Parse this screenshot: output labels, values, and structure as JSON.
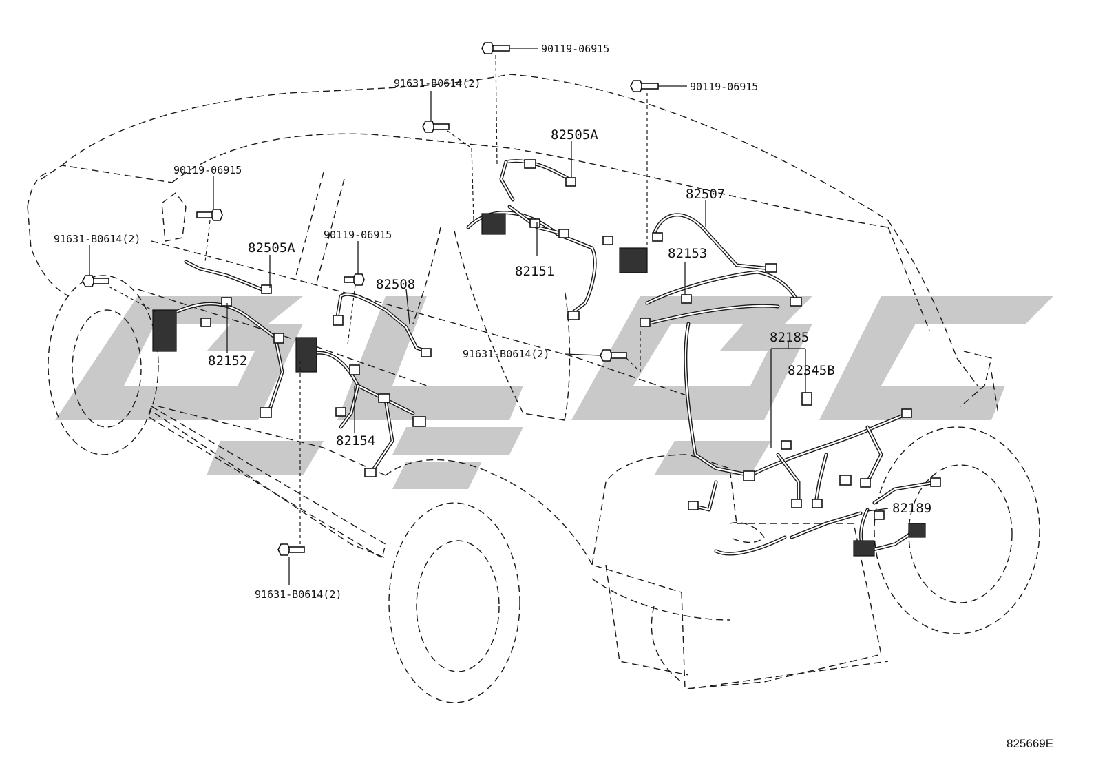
{
  "diagram": {
    "parts": [
      {
        "label": "82505A"
      },
      {
        "label": "82505A"
      },
      {
        "label": "82507"
      },
      {
        "label": "82153"
      },
      {
        "label": "82151"
      },
      {
        "label": "82508"
      },
      {
        "label": "82152"
      },
      {
        "label": "82154"
      },
      {
        "label": "82185"
      },
      {
        "label": "82345B"
      },
      {
        "label": "82189"
      }
    ],
    "fasteners": [
      {
        "label": "90119-06915"
      },
      {
        "label": "90119-06915"
      },
      {
        "label": "90119-06915"
      },
      {
        "label": "90119-06915"
      },
      {
        "label": "91631-B0614(2)"
      },
      {
        "label": "91631-B0614(2)"
      },
      {
        "label": "91631-B0614(2)"
      },
      {
        "label": "91631-B0614(2)"
      }
    ],
    "reference_code": "825669E"
  }
}
